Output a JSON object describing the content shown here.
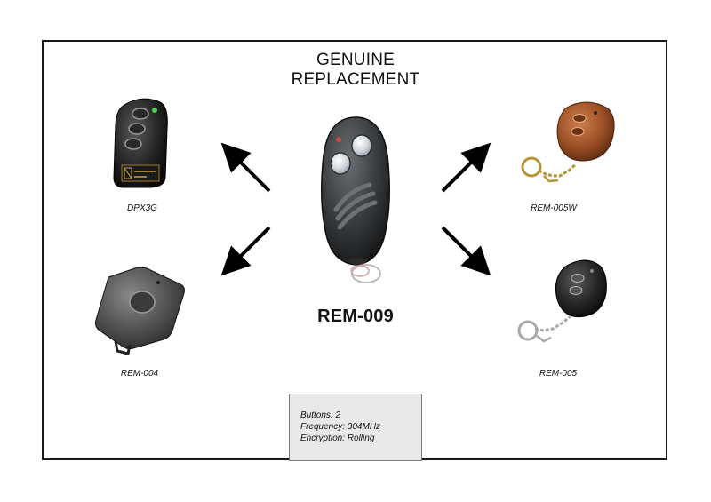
{
  "title": {
    "line1": "GENUINE",
    "line2": "REPLACEMENT"
  },
  "main_product": {
    "label": "REM-009"
  },
  "products": [
    {
      "label": "DPX3G"
    },
    {
      "label": "REM-005W"
    },
    {
      "label": "REM-004"
    },
    {
      "label": "REM-005"
    }
  ],
  "specs": {
    "buttons": "Buttons: 2",
    "frequency": "Frequency: 304MHz",
    "encryption": "Encryption: Rolling"
  },
  "colors": {
    "border": "#1a1a1a",
    "spec_box_fill": "#e9e9e9",
    "arrow": "#000000"
  }
}
